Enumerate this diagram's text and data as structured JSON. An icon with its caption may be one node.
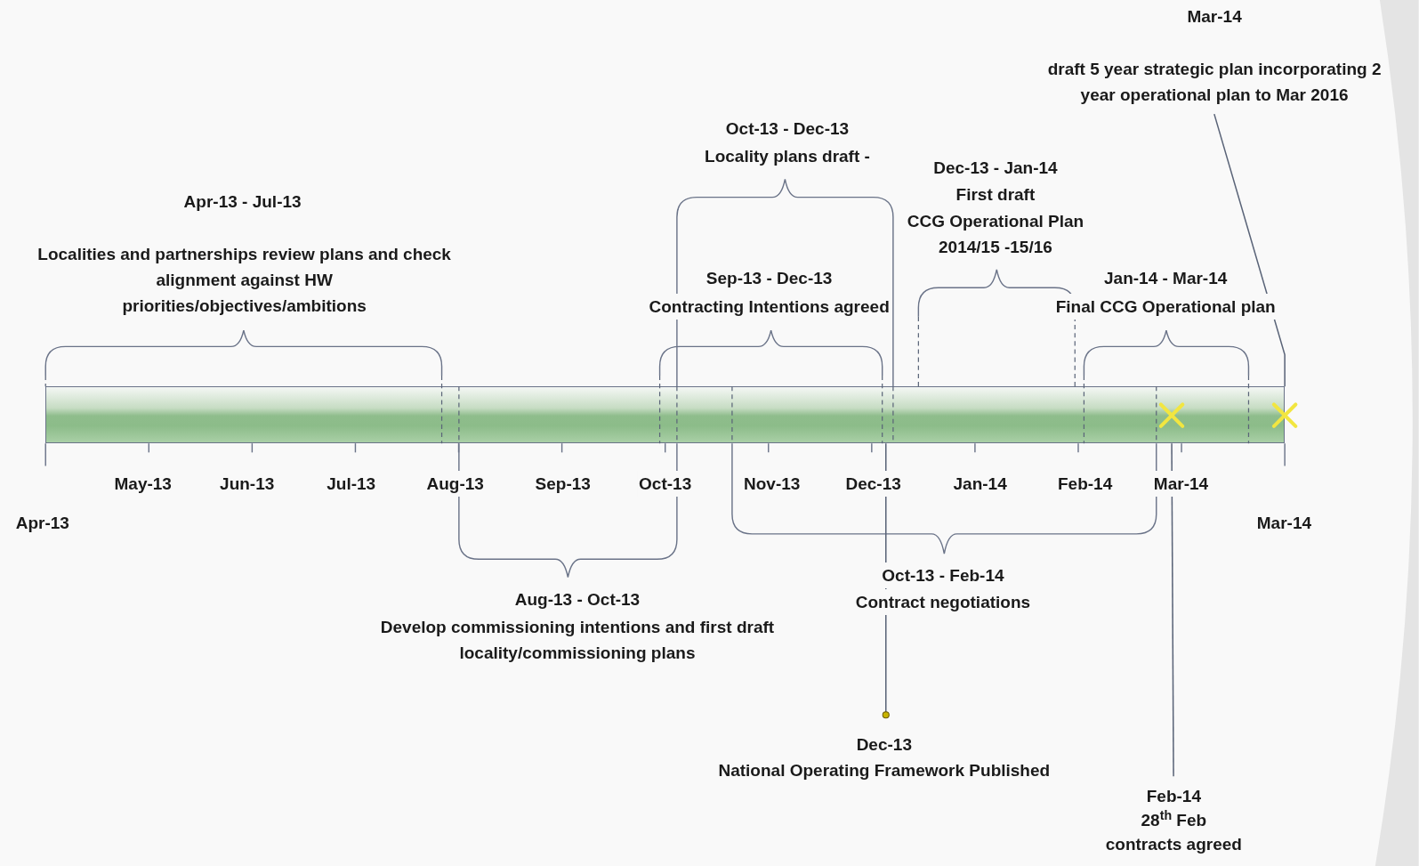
{
  "diagram": {
    "nodes": [
      {
        "text": [],
        "shape": "bar"
      },
      {
        "text": [
          "Dec-13",
          "National Operating Framework Published"
        ]
      },
      {
        "text": [
          "Feb-14",
          "28$^{th}$ Feb",
          "contracts agreed"
        ]
      },
      {
        "text": [
          "Mar-14",
          "draft 5 year strategic plan incorporating 2 year operational plan to Mar 2016"
        ]
      }
    ],
    "edges": [
      {
        "from": 1,
        "to": 0,
        "arrow": "other"
      },
      {
        "from": 2,
        "to": 0,
        "arrow": "none"
      },
      {
        "from": 3,
        "to": 0,
        "arrow": "none"
      }
    ],
    "labels": [
      "Apr-13 - Jul-13",
      "Localities and partnerships review plans and check alignment against HW priorities/objectives/ambitions",
      "Oct-13 - Dec-13",
      "Locality plans draft -",
      "Dec-13 - Jan-14",
      "First draft",
      "CCG Operational Plan 2014/15 -15/16",
      "Sep-13 - Dec-13",
      "Contracting Intentions agreed",
      "Jan-14 - Mar-14",
      "Final CCG Operational plan",
      "May-13",
      "Jun-13",
      "Jul-13",
      "Aug-13",
      "Sep-13",
      "Oct-13",
      "Nov-13",
      "Dec-13",
      "Jan-14",
      "Feb-14",
      "Mar-14",
      "Apr-13",
      "Mar-14",
      "Aug-13 - Oct-13",
      "Develop commissioning intentions and first draft locality/commissioning plans",
      "Oct-13 - Feb-14",
      "Contract negotiations"
    ]
  }
}
